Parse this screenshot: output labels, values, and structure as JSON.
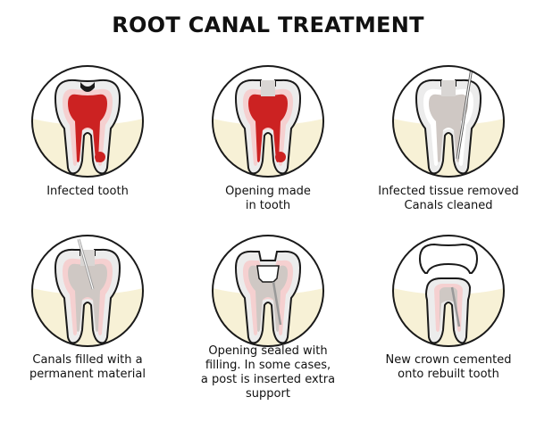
{
  "title": "ROOT CANAL TREATMENT",
  "steps": [
    {
      "caption": "Infected tooth"
    },
    {
      "caption": "Opening made\nin tooth"
    },
    {
      "caption": "Infected tissue removed\nCanals cleaned"
    },
    {
      "caption": "Canals filled with a\npermanent material"
    },
    {
      "caption": "Opening sealed with\nfilling. In some cases,\na post is inserted extra\nsupport"
    },
    {
      "caption": "New crown cemented\nonto rebuilt tooth"
    }
  ],
  "colors": {
    "outline": "#1a1a1a",
    "gum": "#f7f1d6",
    "gum_edge": "#f0dcd7",
    "pulp_infected": "#cc2222",
    "pulp_light": "#f5d0d0",
    "pulp_clean": "#cfc8c4",
    "filling_gray": "#d9d6d4",
    "tooth_shade": "#ececec",
    "tooth_white": "#ffffff"
  }
}
